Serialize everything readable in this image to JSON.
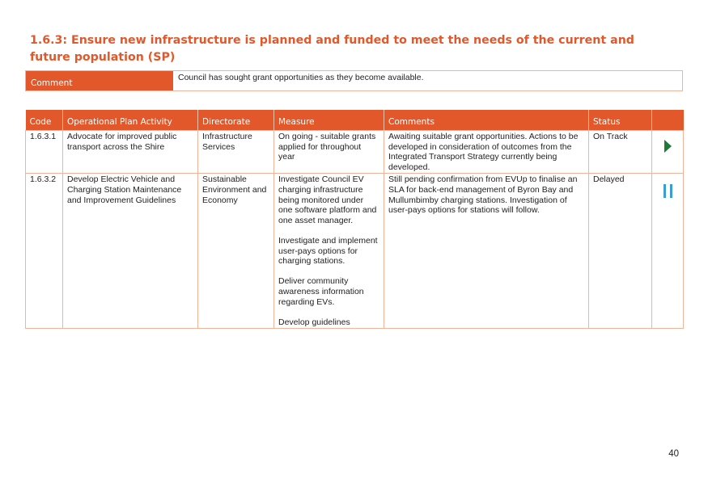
{
  "section": {
    "heading": "1.6.3: Ensure new infrastructure is planned and funded to meet the needs of the current and future population (SP)",
    "comment_label": "Comment",
    "comment_text": "Council has sought grant opportunities as they become available."
  },
  "table": {
    "headers": {
      "code": "Code",
      "activity": "Operational Plan Activity",
      "directorate": "Directorate",
      "measure": "Measure",
      "comments": "Comments",
      "status": "Status"
    },
    "rows": [
      {
        "code": "1.6.3.1",
        "activity": "Advocate for improved public transport across the Shire",
        "directorate": "Infrastructure Services",
        "measure": [
          "On going - suitable grants applied for throughout year"
        ],
        "comments": "Awaiting suitable grant opportunities. Actions to be developed in consideration of outcomes from the Integrated Transport Strategy currently being developed.",
        "status": "On Track",
        "status_icon": "play-icon",
        "status_color": "#1f7a3a"
      },
      {
        "code": "1.6.3.2",
        "activity": "Develop Electric Vehicle and Charging Station Maintenance and Improvement Guidelines",
        "directorate": "Sustainable Environment and Economy",
        "measure": [
          "Investigate Council EV charging infrastructure being monitored under one software platform and one asset manager.",
          "Investigate and implement user-pays options for charging stations.",
          "Deliver community awareness information regarding EVs.",
          "Develop guidelines"
        ],
        "comments": "Still pending confirmation from EVUp to finalise an SLA for back-end management of Byron Bay and Mullumbimby charging stations. Investigation of user-pays options for stations will follow.",
        "status": "Delayed",
        "status_icon": "pause-icon",
        "status_color": "#3a9fd0"
      }
    ]
  },
  "page_number": "40",
  "colors": {
    "accent": "#E2582A",
    "border": "#f0b49a"
  }
}
